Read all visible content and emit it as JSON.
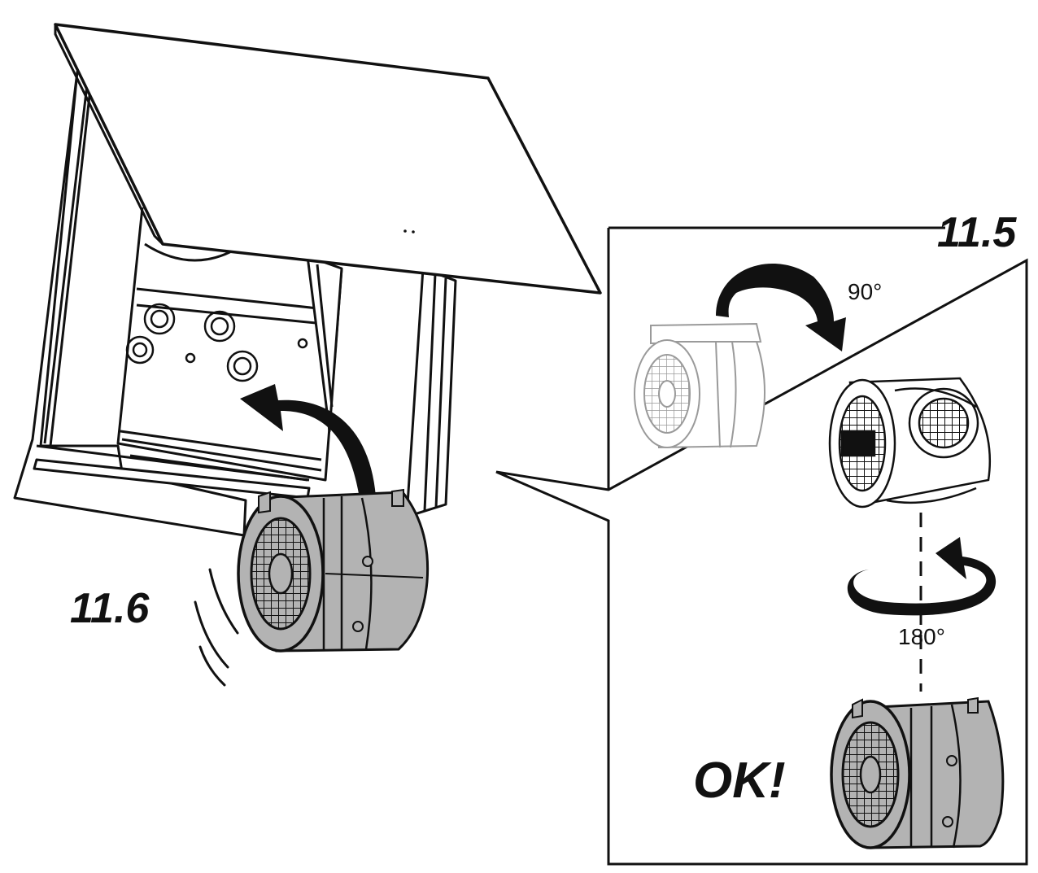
{
  "labels": {
    "step_11_5": "11.5",
    "step_11_6": "11.6",
    "rotate_90": "90°",
    "rotate_180": "180°",
    "ok": "OK!"
  },
  "colors": {
    "line": "#111111",
    "motor_fill": "#b3b3b3",
    "panel_fill": "#ffffff",
    "faded_line": "#9a9a9a"
  }
}
